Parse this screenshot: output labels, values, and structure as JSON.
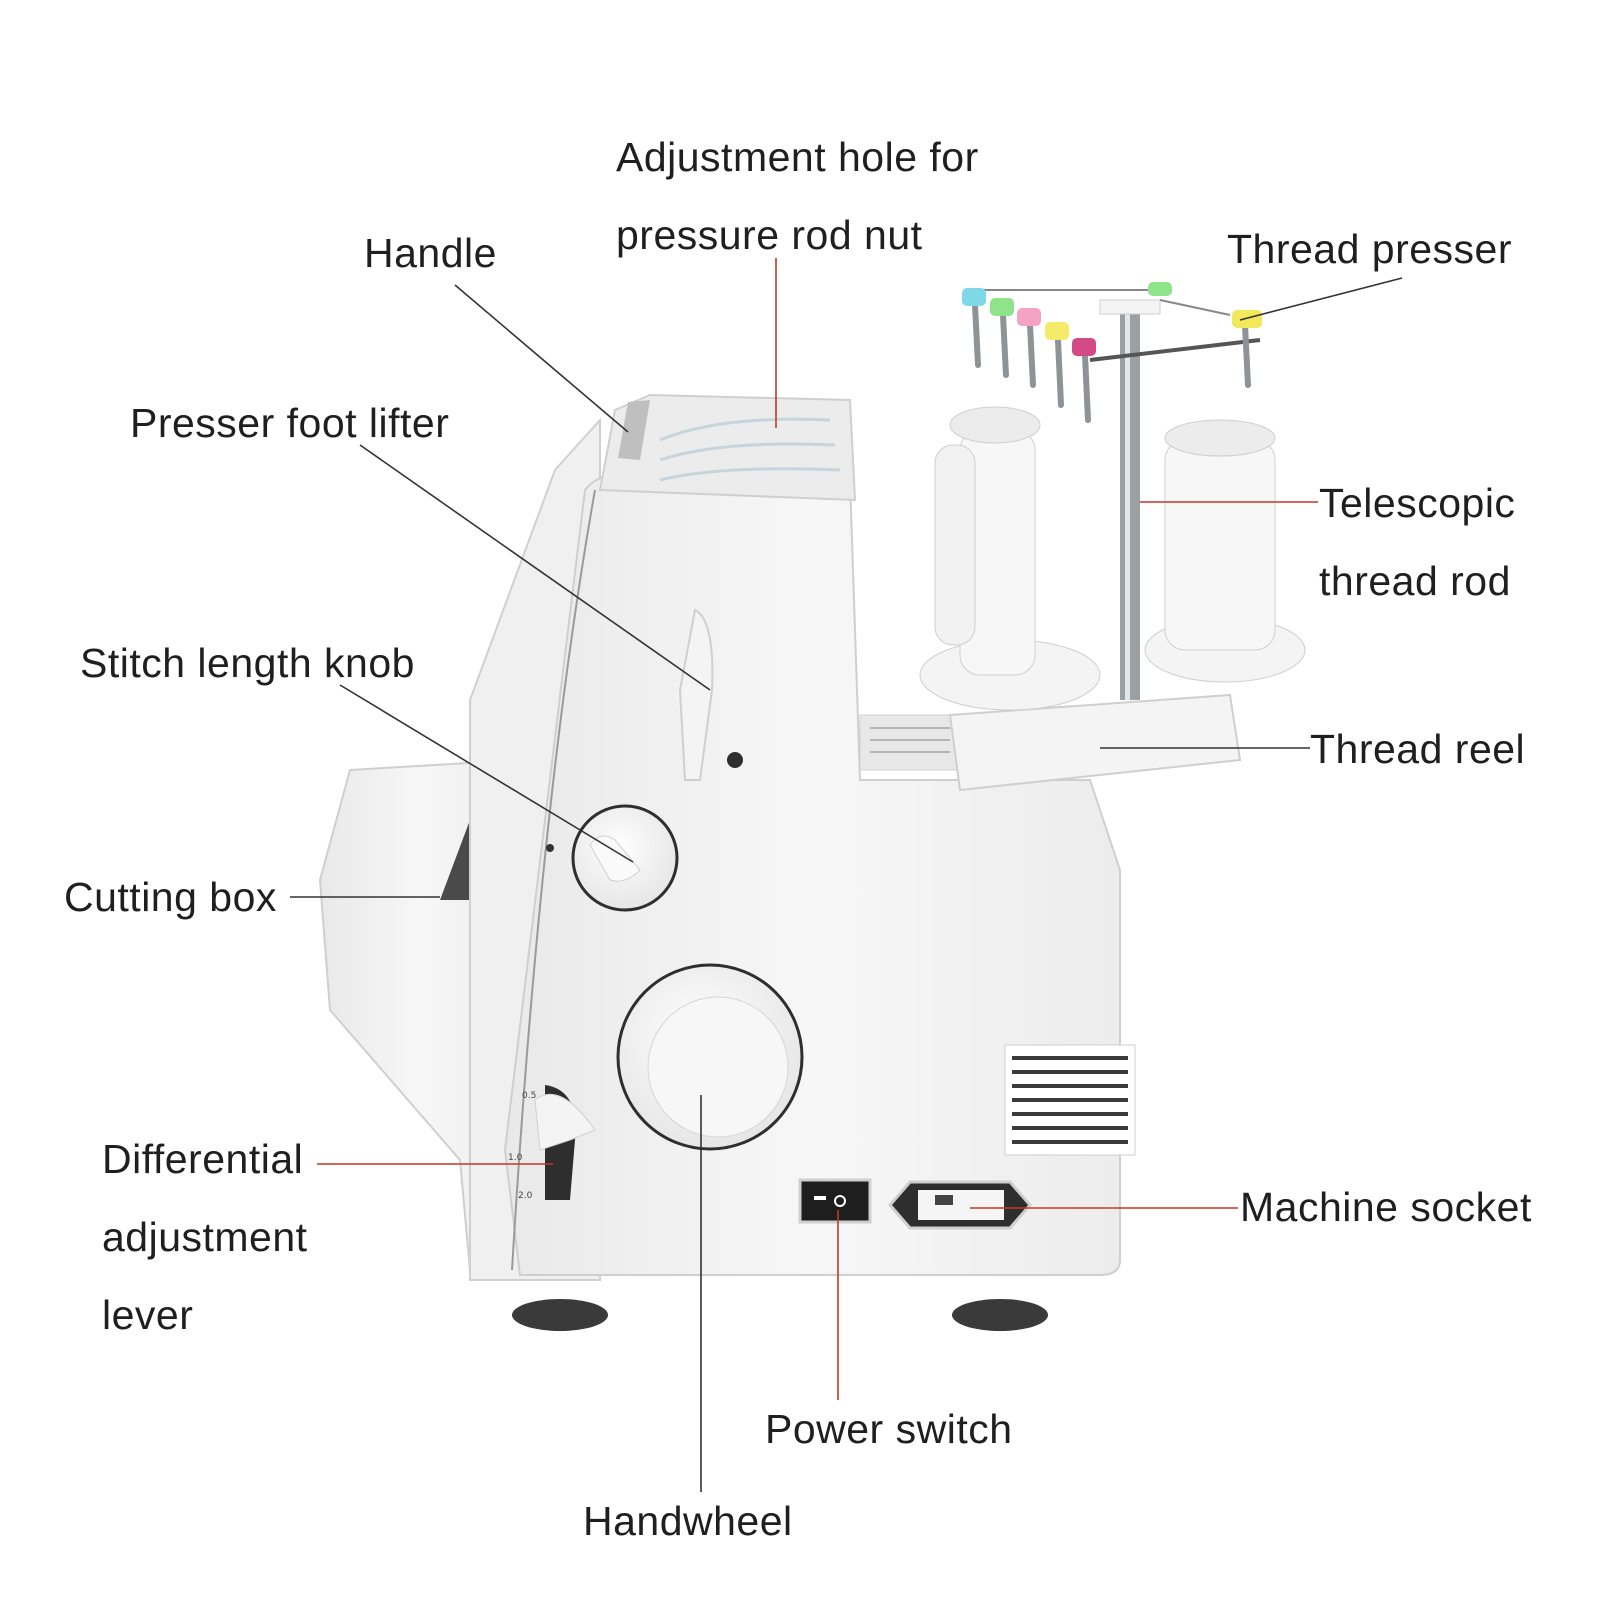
{
  "labels": {
    "adjustment_hole": [
      "Adjustment hole for",
      "pressure rod nut"
    ],
    "handle": "Handle",
    "thread_presser": "Thread presser",
    "presser_foot_lifter": "Presser foot lifter",
    "telescopic_thread_rod": [
      "Telescopic",
      "thread rod"
    ],
    "stitch_length_knob": "Stitch length knob",
    "thread_reel": "Thread reel",
    "cutting_box": "Cutting box",
    "differential_adjustment_lever": [
      "Differential",
      "adjustment",
      "lever"
    ],
    "machine_socket": "Machine socket",
    "power_switch": "Power switch",
    "handwheel": "Handwheel"
  },
  "colors": {
    "leader_gray": "#333333",
    "leader_red": "#c0392b",
    "body": "#f4f4f4",
    "body_edge": "#cfcfcf",
    "feet": "#3a3a3a",
    "thread_cone_colors": [
      "#7fd8e8",
      "#8fe38a",
      "#f5a3c4",
      "#f5ea6a",
      "#d34a86",
      "#8fe38a",
      "#f1e85a"
    ]
  },
  "differential_scale": [
    "0.5",
    "1.0",
    "2.0"
  ]
}
